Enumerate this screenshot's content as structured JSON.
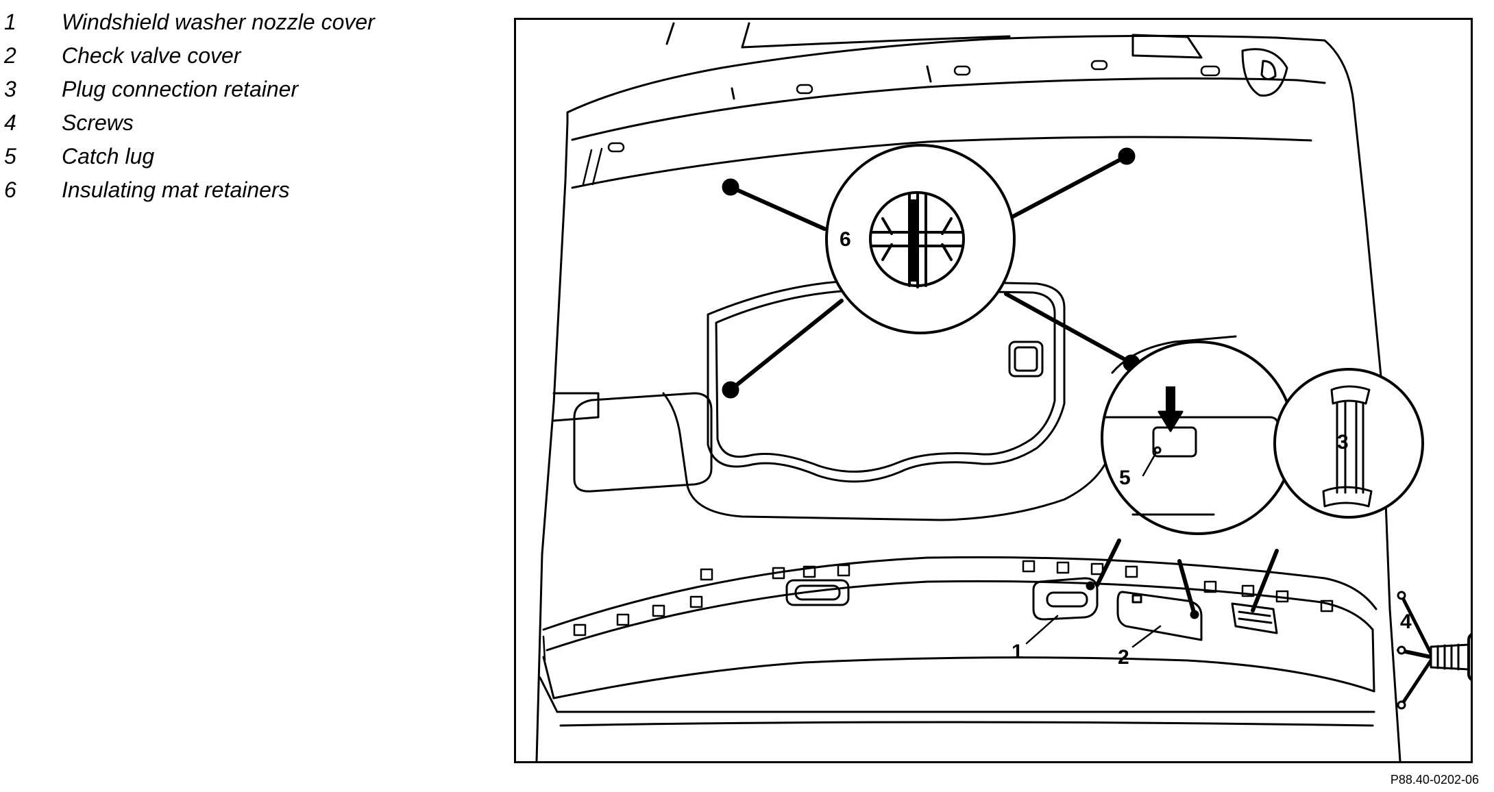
{
  "legend": {
    "items": [
      {
        "number": "1",
        "label": "Windshield washer nozzle cover"
      },
      {
        "number": "2",
        "label": "Check valve cover"
      },
      {
        "number": "3",
        "label": "Plug connection retainer"
      },
      {
        "number": "4",
        "label": "Screws"
      },
      {
        "number": "5",
        "label": "Catch lug"
      },
      {
        "number": "6",
        "label": "Insulating mat retainers"
      }
    ]
  },
  "callouts": {
    "c1": "1",
    "c2": "2",
    "c3": "3",
    "c4": "4",
    "c5": "5",
    "c6": "6"
  },
  "figure_id": "P88.40-0202-06"
}
